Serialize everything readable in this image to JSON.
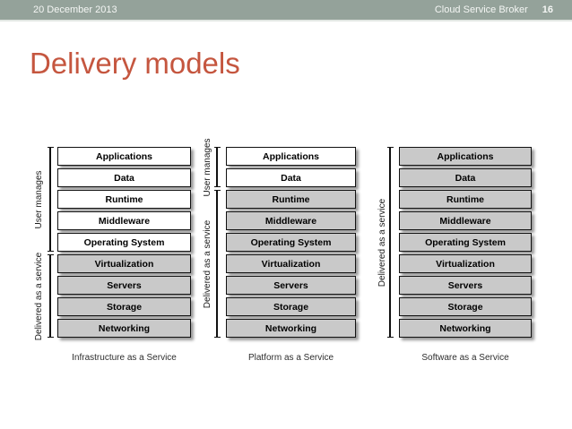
{
  "header": {
    "date": "20 December 2013",
    "subject": "Cloud Service Broker",
    "page_number": "16"
  },
  "title": "Delivery models",
  "colors": {
    "header_bg": "#94a29a",
    "header_text": "#f4f6f4",
    "title_text": "#c5563f",
    "managed_fill": "#ffffff",
    "delivered_fill": "#c9c9c9",
    "box_border": "#111111"
  },
  "layers": [
    "Applications",
    "Data",
    "Runtime",
    "Middleware",
    "Operating System",
    "Virtualization",
    "Servers",
    "Storage",
    "Networking"
  ],
  "stacks": [
    {
      "caption": "Infrastructure as a Service",
      "user_manages_count": 5,
      "brackets": [
        {
          "label": "User manages",
          "from": 0,
          "to": 4
        },
        {
          "label": "Delivered as a service",
          "from": 5,
          "to": 8
        }
      ]
    },
    {
      "caption": "Platform as a Service",
      "user_manages_count": 2,
      "brackets": [
        {
          "label": "User manages",
          "from": 0,
          "to": 1
        },
        {
          "label": "Delivered as a service",
          "from": 2,
          "to": 8
        }
      ]
    },
    {
      "caption": "Software as a Service",
      "user_manages_count": 0,
      "brackets": [
        {
          "label": "Delivered as a service",
          "from": 0,
          "to": 8
        }
      ]
    }
  ]
}
